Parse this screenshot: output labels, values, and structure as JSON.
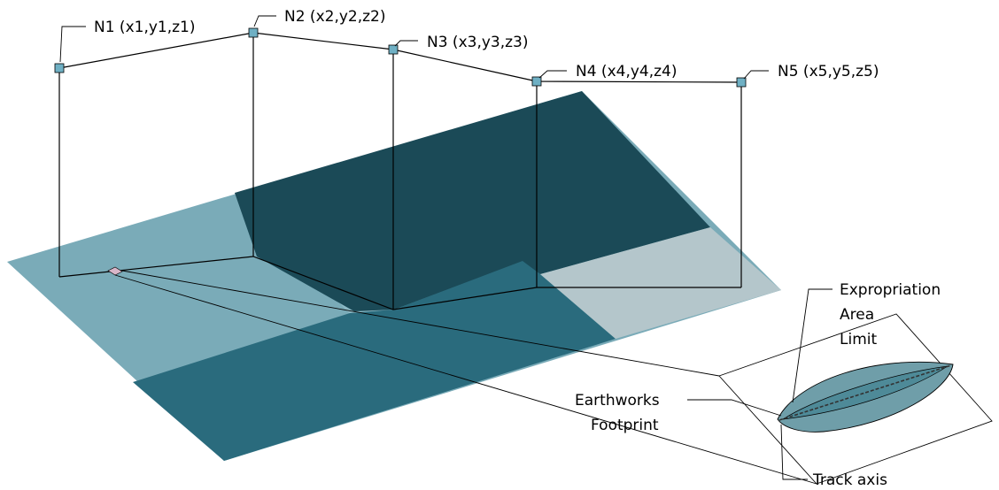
{
  "nodes": [
    {
      "id": "N1",
      "label": "N1 (x1,y1,z1)"
    },
    {
      "id": "N2",
      "label": "N2 (x2,y2,z2)"
    },
    {
      "id": "N3",
      "label": "N3 (x3,y3,z3)"
    },
    {
      "id": "N4",
      "label": "N4 (x4,y4,z4)"
    },
    {
      "id": "N5",
      "label": "N5 (x5,y5,z5)"
    }
  ],
  "callouts": {
    "expropriation_line1": "Expropriation",
    "expropriation_line2": "Area",
    "expropriation_line3": "Limit",
    "earthworks_line1": "Earthworks",
    "earthworks_line2": "Footprint",
    "track_axis": "Track axis"
  },
  "colors": {
    "plane_light": "#7aabb8",
    "plane_lighter": "#a8c9d1",
    "plane_dark": "#1b4a57",
    "plane_mid": "#2a6b7d",
    "plane_grey": "#b6c7cc",
    "node_fill": "#6fb0c4"
  }
}
